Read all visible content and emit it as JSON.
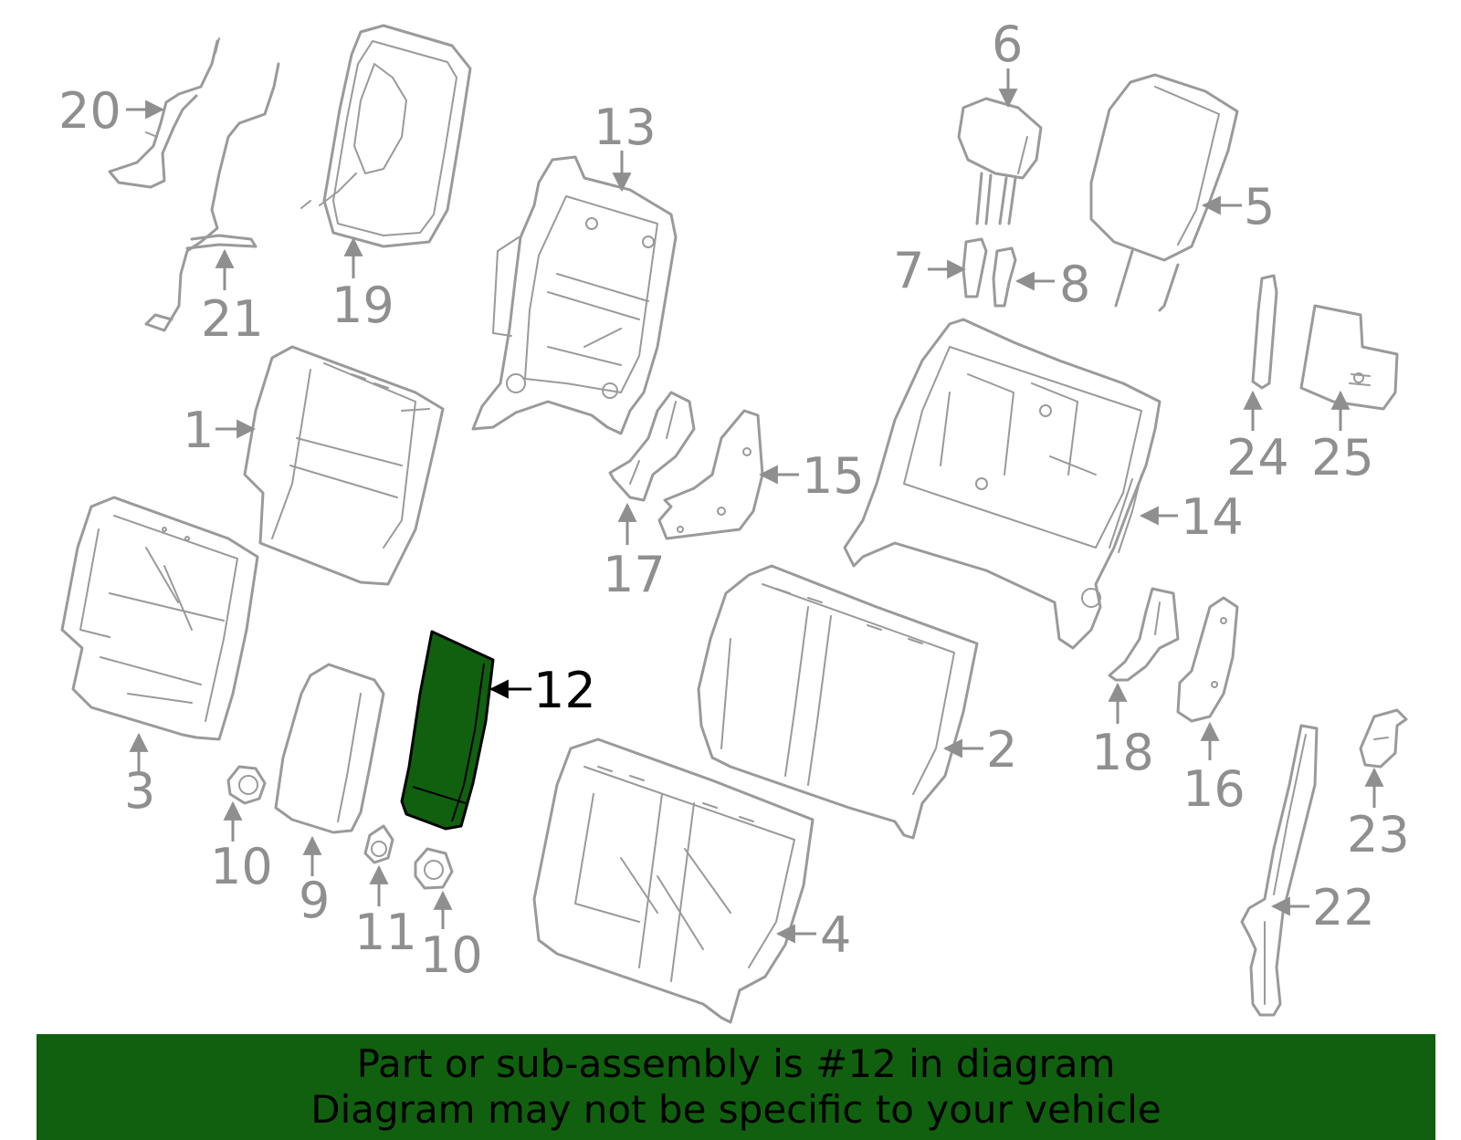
{
  "diagram": {
    "highlighted_part": "12",
    "highlight_color": "#11600f",
    "callouts": {
      "c1": "1",
      "c2": "2",
      "c3": "3",
      "c4": "4",
      "c5": "5",
      "c6": "6",
      "c7": "7",
      "c8": "8",
      "c9": "9",
      "c10a": "10",
      "c10b": "10",
      "c11": "11",
      "c12": "12",
      "c13": "13",
      "c14": "14",
      "c15": "15",
      "c16": "16",
      "c17": "17",
      "c18": "18",
      "c19": "19",
      "c20": "20",
      "c21": "21",
      "c22": "22",
      "c23": "23",
      "c24": "24",
      "c25": "25"
    }
  },
  "banner": {
    "line1": "Part or sub-assembly is #12 in diagram",
    "line2": "Diagram may not be specific to your vehicle",
    "background": "#11600f"
  }
}
